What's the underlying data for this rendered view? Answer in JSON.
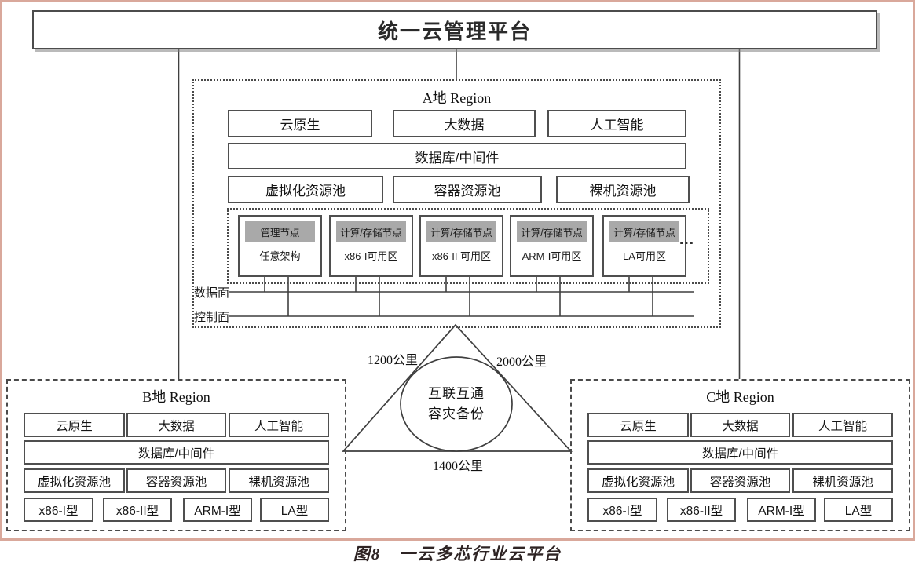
{
  "platform": {
    "title": "统一云管理平台"
  },
  "region_a": {
    "title": "A地 Region",
    "services": [
      "云原生",
      "大数据",
      "人工智能"
    ],
    "middleware": "数据库/中间件",
    "pools": [
      "虚拟化资源池",
      "容器资源池",
      "裸机资源池"
    ],
    "nodes": [
      {
        "header": "管理节点",
        "zone": "任意架构"
      },
      {
        "header": "计算/存储节点",
        "zone": "x86-I可用区"
      },
      {
        "header": "计算/存储节点",
        "zone": "x86-II 可用区"
      },
      {
        "header": "计算/存储节点",
        "zone": "ARM-I可用区"
      },
      {
        "header": "计算/存储节点",
        "zone": "LA可用区"
      }
    ],
    "ellipsis": "…",
    "planes": {
      "data": "数据面",
      "control": "控制面"
    }
  },
  "region_b": {
    "title": "B地 Region",
    "services": [
      "云原生",
      "大数据",
      "人工智能"
    ],
    "middleware": "数据库/中间件",
    "pools": [
      "虚拟化资源池",
      "容器资源池",
      "裸机资源池"
    ],
    "types": [
      "x86-I型",
      "x86-II型",
      "ARM-I型",
      "LA型"
    ]
  },
  "region_c": {
    "title": "C地 Region",
    "services": [
      "云原生",
      "大数据",
      "人工智能"
    ],
    "middleware": "数据库/中间件",
    "pools": [
      "虚拟化资源池",
      "容器资源池",
      "裸机资源池"
    ],
    "types": [
      "x86-I型",
      "x86-II型",
      "ARM-I型",
      "LA型"
    ]
  },
  "interconnect": {
    "line1": "互联互通",
    "line2": "容灾备份",
    "distance_left": "1200公里",
    "distance_right": "2000公里",
    "distance_bottom": "1400公里"
  },
  "caption": "图8　一云多芯行业云平台",
  "colors": {
    "frame_pink": "#d9a89b",
    "node_header_gray": "#a9a9a9",
    "line": "#3f3f3f"
  }
}
